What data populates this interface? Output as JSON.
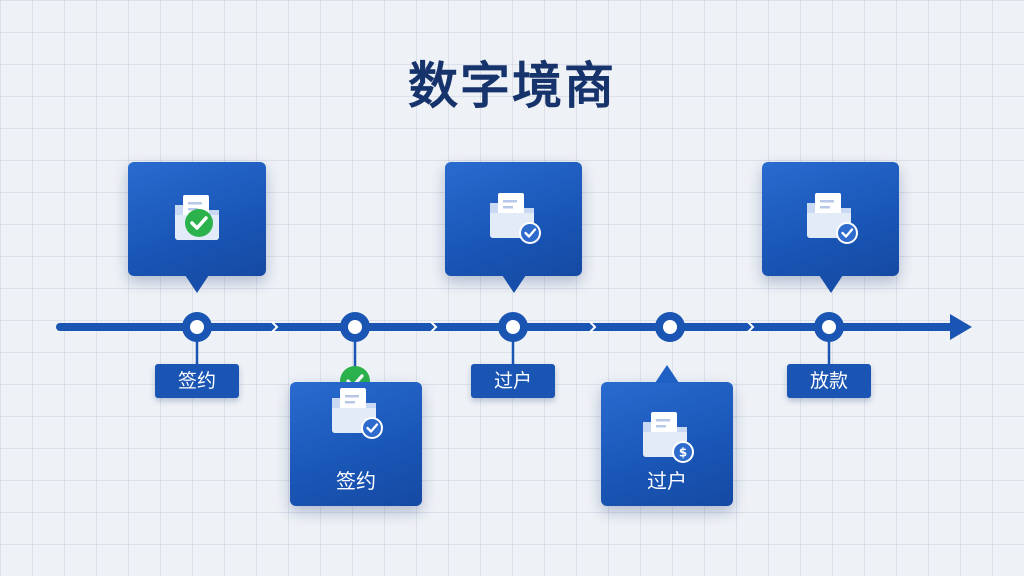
{
  "title": "数字境商",
  "colors": {
    "primary": "#1a55b3",
    "title": "#16346b",
    "success": "#2bb24c",
    "background": "#eef1f6"
  },
  "steps": [
    {
      "label": "签约",
      "card_position": "above",
      "card_icon": "folder-check-icon"
    },
    {
      "label": "",
      "card_position": "below",
      "card_label": "签约",
      "card_icon": "folder-check-badge-icon",
      "marker_icon": "check-circle-icon"
    },
    {
      "label": "过户",
      "card_position": "above",
      "card_icon": "folder-check-badge-icon"
    },
    {
      "label": "",
      "card_position": "below",
      "card_label": "过户",
      "card_icon": "folder-dollar-icon"
    },
    {
      "label": "放款",
      "card_position": "above",
      "card_icon": "folder-check-badge-icon"
    }
  ]
}
